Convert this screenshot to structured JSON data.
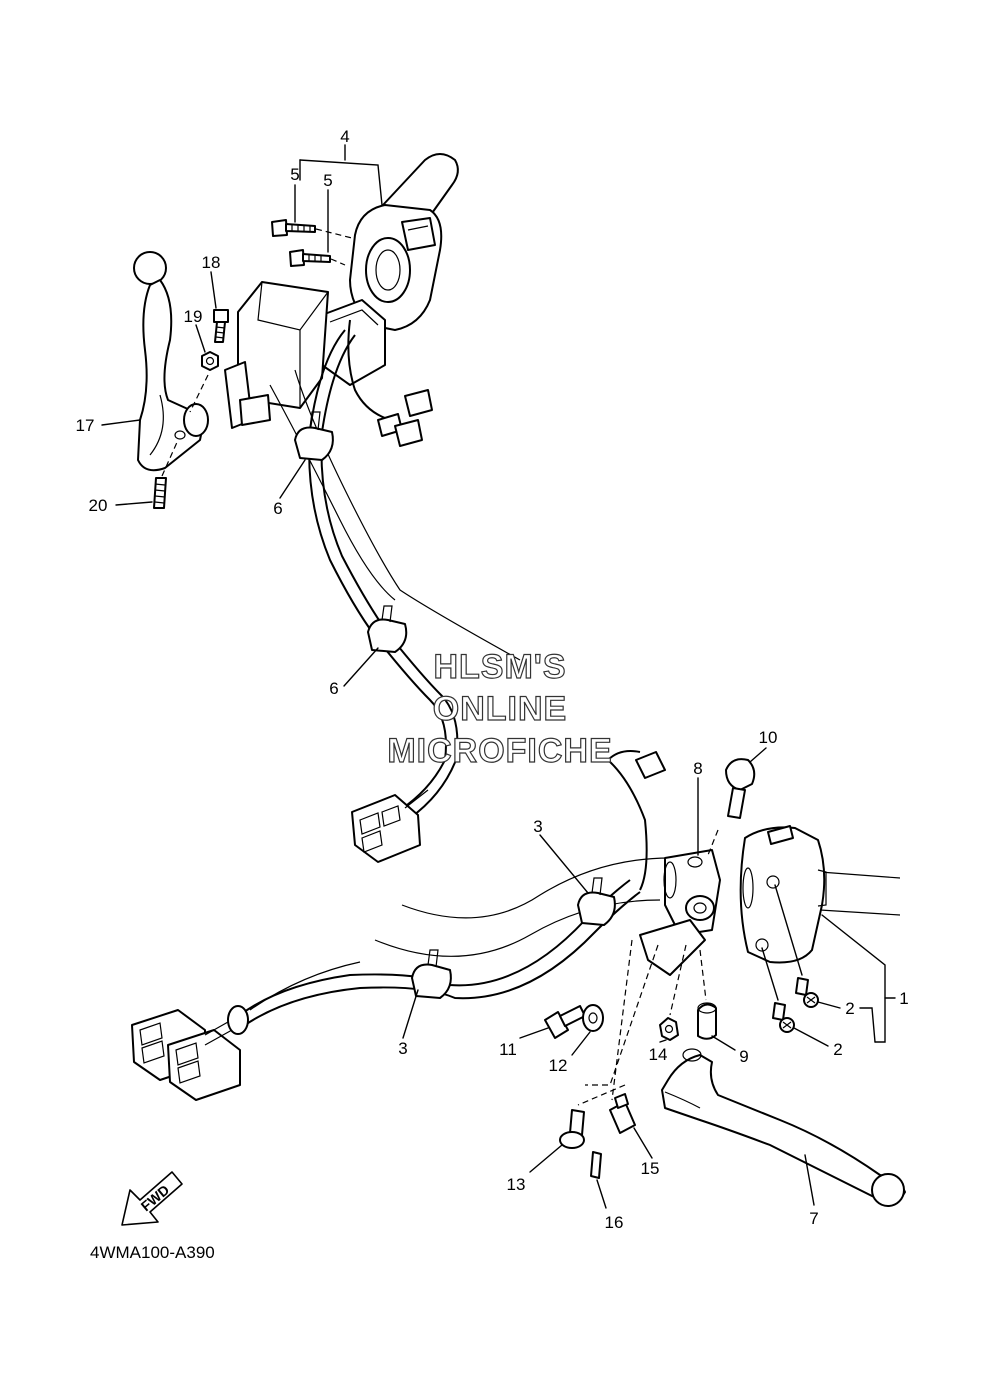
{
  "watermark": {
    "line1": "HLSM'S",
    "line2": "ONLINE",
    "line3": "MICROFICHE"
  },
  "diagram_code": "4WMA100-A390",
  "fwd_label": "FWD",
  "callouts": [
    {
      "id": "c4",
      "label": "4"
    },
    {
      "id": "c5a",
      "label": "5"
    },
    {
      "id": "c5b",
      "label": "5"
    },
    {
      "id": "c18",
      "label": "18"
    },
    {
      "id": "c19",
      "label": "19"
    },
    {
      "id": "c17",
      "label": "17"
    },
    {
      "id": "c20",
      "label": "20"
    },
    {
      "id": "c6a",
      "label": "6"
    },
    {
      "id": "c6b",
      "label": "6"
    },
    {
      "id": "c10",
      "label": "10"
    },
    {
      "id": "c8",
      "label": "8"
    },
    {
      "id": "c3a",
      "label": "3"
    },
    {
      "id": "c3b",
      "label": "3"
    },
    {
      "id": "c1",
      "label": "1"
    },
    {
      "id": "c2a",
      "label": "2"
    },
    {
      "id": "c2b",
      "label": "2"
    },
    {
      "id": "c11",
      "label": "11"
    },
    {
      "id": "c12",
      "label": "12"
    },
    {
      "id": "c14",
      "label": "14"
    },
    {
      "id": "c9",
      "label": "9"
    },
    {
      "id": "c13",
      "label": "13"
    },
    {
      "id": "c15",
      "label": "15"
    },
    {
      "id": "c16",
      "label": "16"
    },
    {
      "id": "c7",
      "label": "7"
    }
  ]
}
